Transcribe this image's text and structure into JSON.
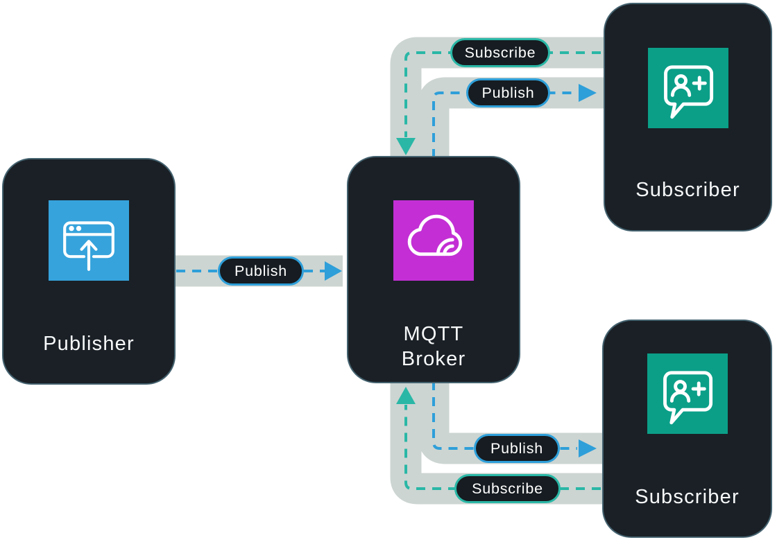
{
  "diagram_type": "mqtt-publish-subscribe-architecture",
  "nodes": {
    "publisher": {
      "label": "Publisher",
      "icon": "browser-upload-icon",
      "icon_bg": "#36a3dc"
    },
    "broker": {
      "label_line1": "MQTT",
      "label_line2": "Broker",
      "icon": "iot-cloud-icon",
      "icon_bg": "#c32fd4"
    },
    "subscriber_top": {
      "label": "Subscriber",
      "icon": "person-add-chat-icon",
      "icon_bg": "#0b9f88"
    },
    "subscriber_bottom": {
      "label": "Subscriber",
      "icon": "person-add-chat-icon",
      "icon_bg": "#0b9f88"
    }
  },
  "edges": {
    "publisher_to_broker": {
      "label": "Publish",
      "from": "publisher",
      "to": "broker",
      "color": "#2e9fd9"
    },
    "subscriber_top_to_broker": {
      "label": "Subscribe",
      "from": "subscriber_top",
      "to": "broker",
      "color": "#2ab7a6"
    },
    "broker_to_subscriber_top": {
      "label": "Publish",
      "from": "broker",
      "to": "subscriber_top",
      "color": "#2e9fd9"
    },
    "broker_to_subscriber_bottom": {
      "label": "Publish",
      "from": "broker",
      "to": "subscriber_bottom",
      "color": "#2e9fd9"
    },
    "subscriber_bottom_to_broker": {
      "label": "Subscribe",
      "from": "subscriber_bottom",
      "to": "broker",
      "color": "#2ab7a6"
    }
  },
  "colors": {
    "background": "#ffffff",
    "card_bg": "#1a2026",
    "card_border": "#44626f",
    "pipe_gray": "#ccd5d2",
    "publish_blue": "#2e9fd9",
    "subscribe_teal": "#2ab7a6",
    "label_text": "#f7f9fa"
  }
}
